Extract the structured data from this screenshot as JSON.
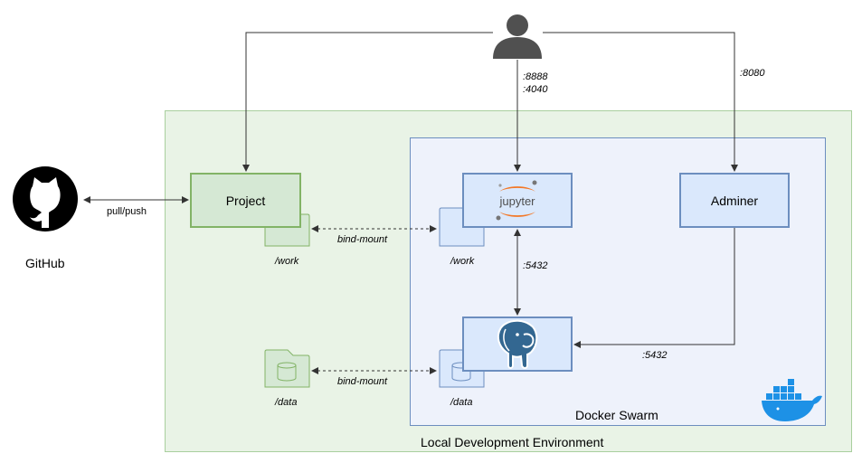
{
  "nodes": {
    "github": "GitHub",
    "project": "Project",
    "adminer": "Adminer",
    "jupyter_logo": "jupyter"
  },
  "containers": {
    "local_env": "Local Development Environment",
    "docker_swarm": "Docker Swarm"
  },
  "edges": {
    "pull_push": "pull/push",
    "port_8888": ":8888",
    "port_4040": ":4040",
    "port_8080": ":8080",
    "port_5432_vertical": ":5432",
    "port_5432_adminer": ":5432",
    "bind_mount_work": "bind-mount",
    "bind_mount_data": "bind-mount"
  },
  "volumes": {
    "project_work": "/work",
    "jupyter_work": "/work",
    "local_data": "/data",
    "postgres_data": "/data"
  },
  "colors": {
    "green_fill": "#d5e8d4",
    "green_stroke": "#82b366",
    "blue_fill": "#dae8fc",
    "blue_stroke": "#6c8ebf",
    "jupyter_orange": "#f37726",
    "postgres_blue": "#336791",
    "docker_blue": "#1d91e6"
  },
  "icons": [
    "user-icon",
    "github-icon",
    "folder-icon",
    "database-folder-icon",
    "jupyter-logo-icon",
    "postgresql-elephant-icon",
    "docker-whale-icon"
  ]
}
